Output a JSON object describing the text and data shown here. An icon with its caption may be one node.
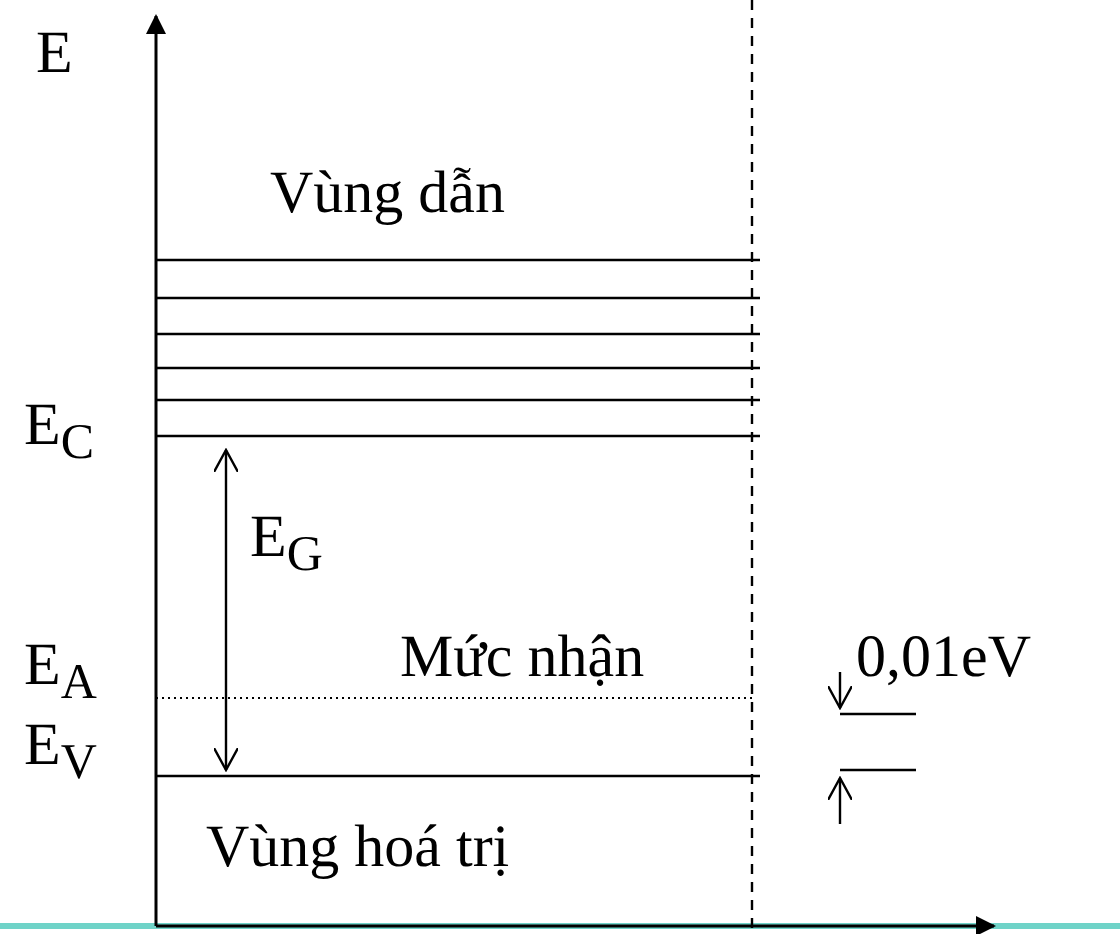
{
  "diagram": {
    "labels": [
      "E",
      "Vùng dẫn",
      "E$_{C}$",
      "E$_{G}$",
      "Mức nhận",
      "E$_{A}$",
      "0,01eV",
      "E$_{V}$",
      "Vùng hoá trị"
    ]
  }
}
